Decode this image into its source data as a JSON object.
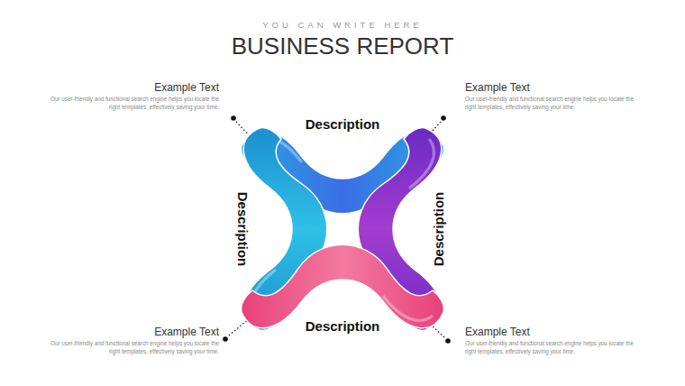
{
  "diagram": {
    "title": "BUSINESS REPORT",
    "nodes": [
      {
        "text": [
          "Description"
        ]
      },
      {
        "text": [
          "Description"
        ]
      },
      {
        "text": [
          "Description"
        ]
      },
      {
        "text": [
          "Description"
        ]
      }
    ],
    "labels": [
      "YOU CAN WRITE HERE",
      "Example Text",
      "Our user-friendly and functional search engine helps you locate the right templates, effectively saving your time.",
      "Example Text",
      "Our user-friendly and functional search engine helps you locate the right templates, effectively saving your time.",
      "Example Text",
      "Our user-friendly and functional search engine helps you locate the right templates, effectively saving your time.",
      "Example Text",
      "Our user-friendly and functional search engine helps you locate the right templates, effectively saving your time."
    ]
  }
}
